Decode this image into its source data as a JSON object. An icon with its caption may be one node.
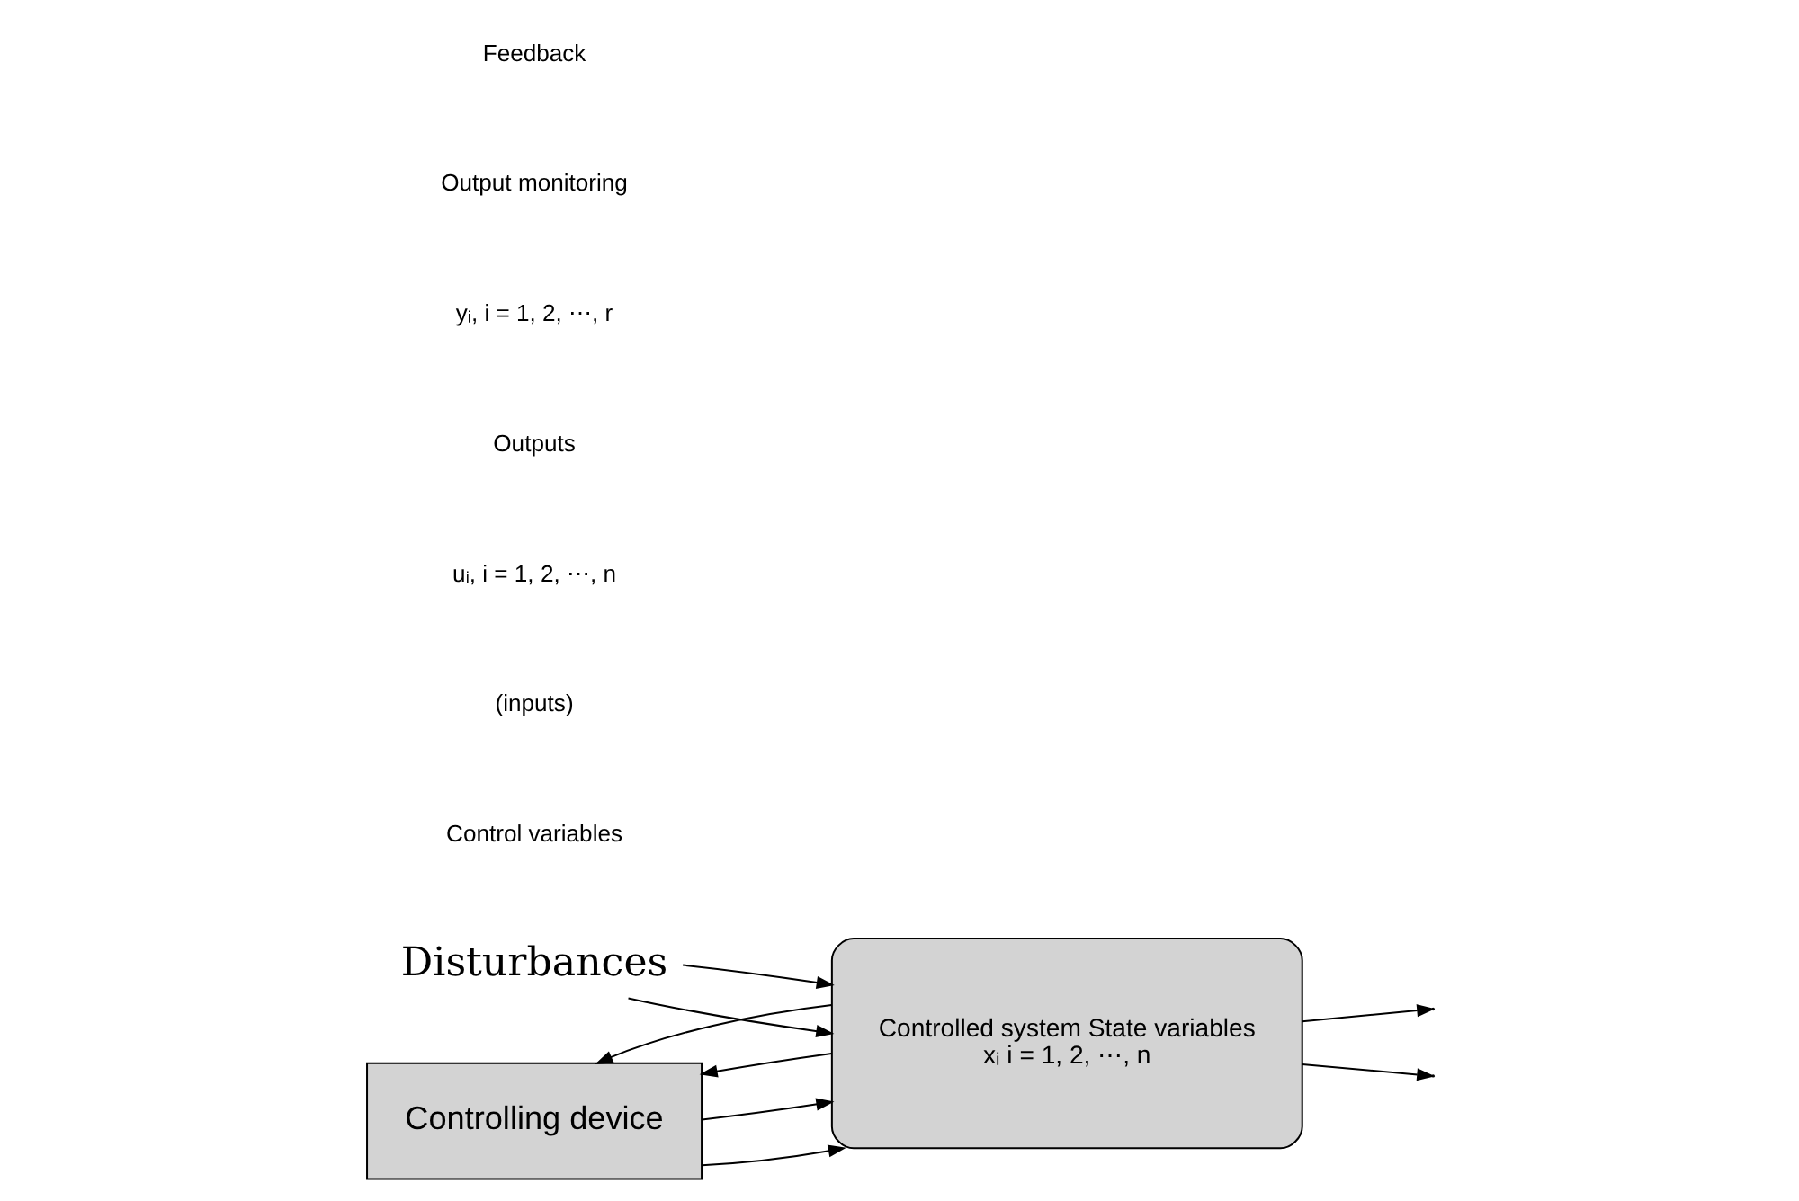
{
  "diagram": {
    "nodes": [
      {
        "text": [
          "Disturbances"
        ]
      },
      {
        "text": [
          "Controlling device"
        ]
      },
      {
        "text": [
          "Controlled system State variables",
          "xᵢ i = 1, 2, ⋯, n"
        ]
      }
    ],
    "edges": [
      {
        "from": 0,
        "to": 2,
        "arrow": "to"
      },
      {
        "from": 0,
        "to": 2,
        "arrow": "to"
      },
      {
        "from": 1,
        "to": 2,
        "arrow": "to"
      },
      {
        "from": 1,
        "to": 2,
        "arrow": "to"
      },
      {
        "from": 2,
        "to": null,
        "arrow": "to"
      },
      {
        "from": 2,
        "to": null,
        "arrow": "to"
      },
      {
        "from": 2,
        "to": 1,
        "arrow": "to"
      },
      {
        "from": 2,
        "to": 1,
        "arrow": "to"
      }
    ],
    "labels": [
      "Control variables",
      "(inputs)",
      "uᵢ, i = 1, 2, ⋯, n",
      "Outputs",
      "yᵢ, i = 1, 2, ⋯, r",
      "Output monitoring",
      "Feedback"
    ]
  }
}
